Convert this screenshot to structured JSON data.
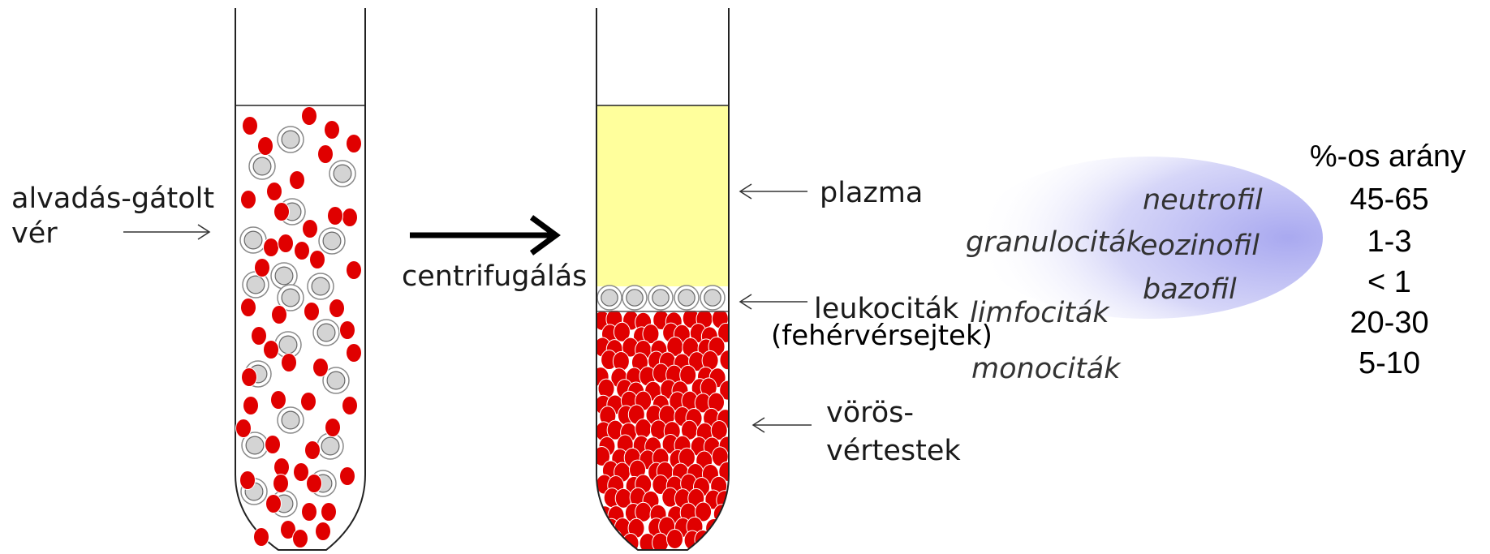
{
  "labels": {
    "input": [
      "alvadás-gátolt",
      "vér"
    ],
    "process": "centrifugálás",
    "plasma": "plazma",
    "leukocytes": "leukociták",
    "leukocytes_alt": "(fehérvérsejtek)",
    "erythrocytes": [
      "vörös-",
      "vértestek"
    ]
  },
  "leukocyte_types": {
    "granulocytes": "granulociták",
    "granulocyte_subtypes": [
      "neutrofil",
      "eozinofil",
      "bazofil"
    ],
    "lymphocytes": "limfociták",
    "monocytes": "monociták"
  },
  "proportions": {
    "header": "%-os arány",
    "values": [
      "45-65",
      "1-3",
      "< 1",
      "20-30",
      "5-10"
    ]
  },
  "colors": {
    "red_cell": "#e00000",
    "white_cell_fill": "#d4d4d4",
    "white_cell_ring": "#8a8a8a",
    "plasma": "#ffff9c",
    "tube_outline": "#222222",
    "ellipse_glow": "#b9b9f2"
  }
}
